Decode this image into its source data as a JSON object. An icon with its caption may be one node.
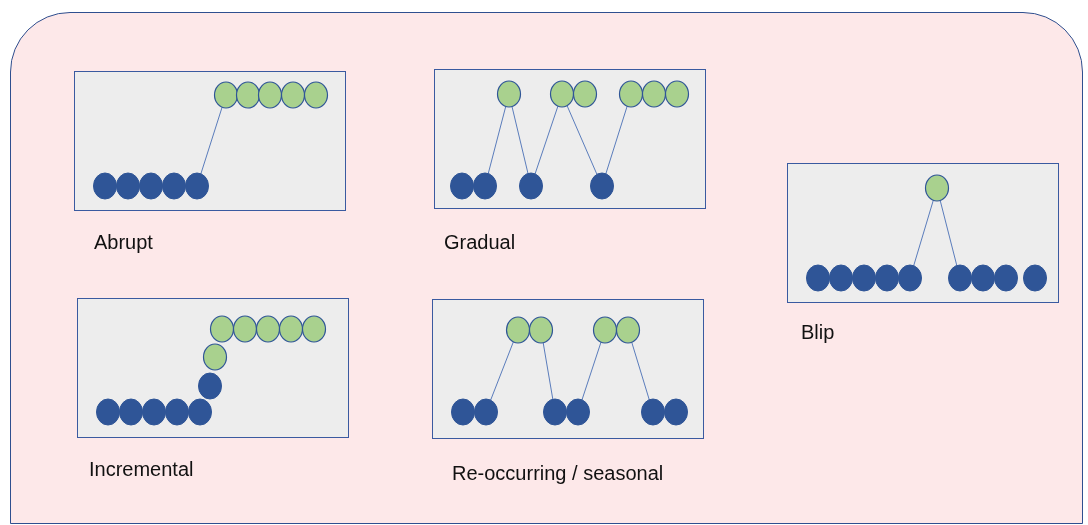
{
  "diagram": {
    "nodes": [
      {
        "text": [],
        "shape": "box"
      },
      {
        "text": [
          "Abrupt"
        ],
        "in": 0
      },
      {
        "text": [
          "Gradual"
        ],
        "in": 0
      },
      {
        "text": [
          "Blip"
        ],
        "in": 0
      },
      {
        "text": [
          "Incremental"
        ],
        "in": 0
      },
      {
        "text": [
          "Re-occurring / seasonal"
        ],
        "in": 0
      }
    ]
  }
}
